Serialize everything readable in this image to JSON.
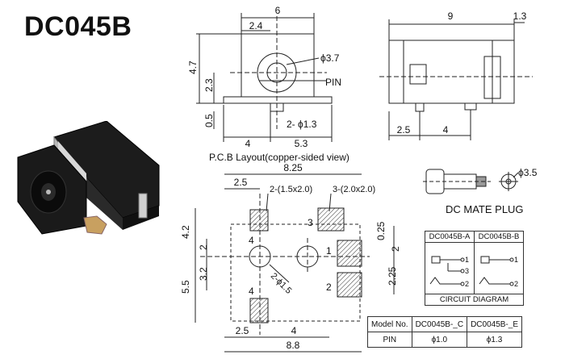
{
  "title": "DC045B",
  "top_view": {
    "dims": {
      "width": "6",
      "offset": "2.4",
      "height": "4.7",
      "center": "2.3",
      "bottom": "0.5",
      "left": "4",
      "right": "5.3",
      "hole": "2- ϕ1.3",
      "dia": "ϕ3.7"
    },
    "pin_label": "PIN",
    "caption": "P.C.B Layout(copper-sided view)"
  },
  "side_view": {
    "dims": {
      "length": "9",
      "overhang": "1.3",
      "a": "2.5",
      "b": "4"
    }
  },
  "pcb_layout": {
    "dims": {
      "total_top": "8.25",
      "left_top": "2.5",
      "pad_small": "2-(1.5x2.0)",
      "pad_large": "3-(2.0x2.0)",
      "left_42": "4.2",
      "left_2": "2",
      "left_32": "3.2",
      "left_55": "5.5",
      "right_025": "0.25",
      "right_2": "2",
      "right_225": "2.25",
      "hole": "2-ϕ1.5",
      "bot_25": "2.5",
      "bot_4": "4",
      "total_bottom": "8.8"
    },
    "pad_numbers": [
      "3",
      "1",
      "2",
      "4",
      "4"
    ]
  },
  "mate_plug": {
    "label": "DC MATE PLUG",
    "dia": "ϕ3.5"
  },
  "circuit_diagram": {
    "headers": [
      "DC0045B-A",
      "DC0045B-B"
    ],
    "pins_a": [
      "1",
      "3",
      "2"
    ],
    "pins_b": [
      "1",
      "2"
    ],
    "caption": "CIRCUIT DIAGRAM"
  },
  "model_table": {
    "rows": [
      [
        "Model No.",
        "DC0045B-_C",
        "DC0045B-_E"
      ],
      [
        "PIN",
        "ϕ1.0",
        "ϕ1.3"
      ]
    ]
  }
}
